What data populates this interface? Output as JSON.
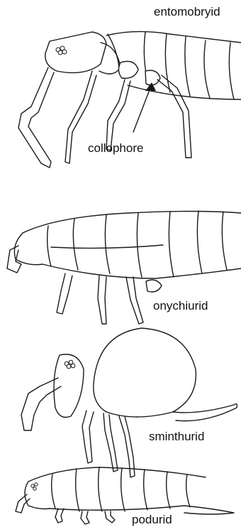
{
  "labels": {
    "entomobryid": "entomobryid",
    "collophore": "collophore",
    "onychiurid": "onychiurid",
    "sminthurid": "sminthurid",
    "podurid": "podurid"
  },
  "colors": {
    "ink": "#1a1a1a",
    "background": "#ffffff"
  }
}
